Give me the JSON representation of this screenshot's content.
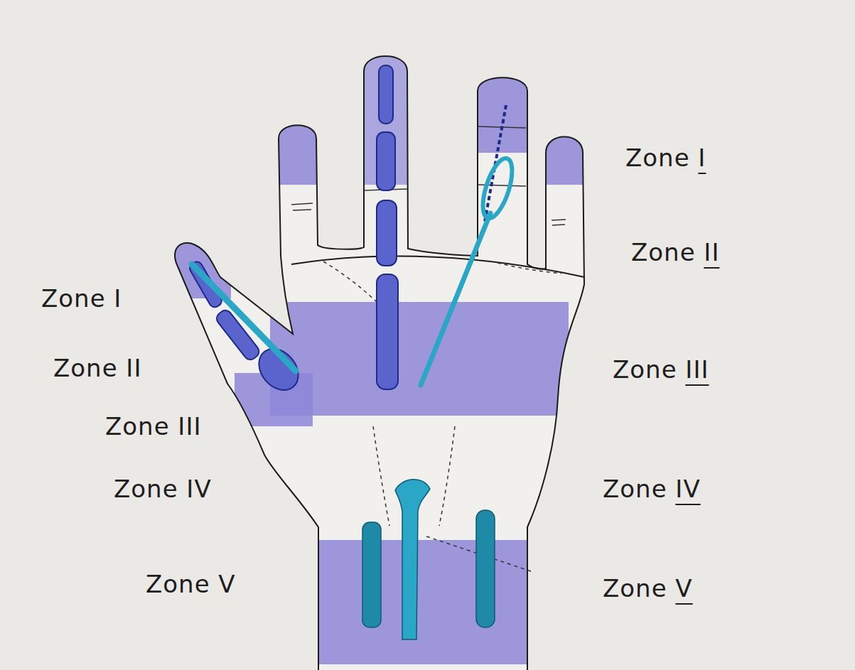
{
  "diagram": {
    "labels": [
      "Zone I",
      "Zone II",
      "Zone I",
      "Zone II",
      "Zone III",
      "Zone III",
      "Zone IV",
      "Zone IV",
      "Zone V",
      "Zone V"
    ]
  }
}
